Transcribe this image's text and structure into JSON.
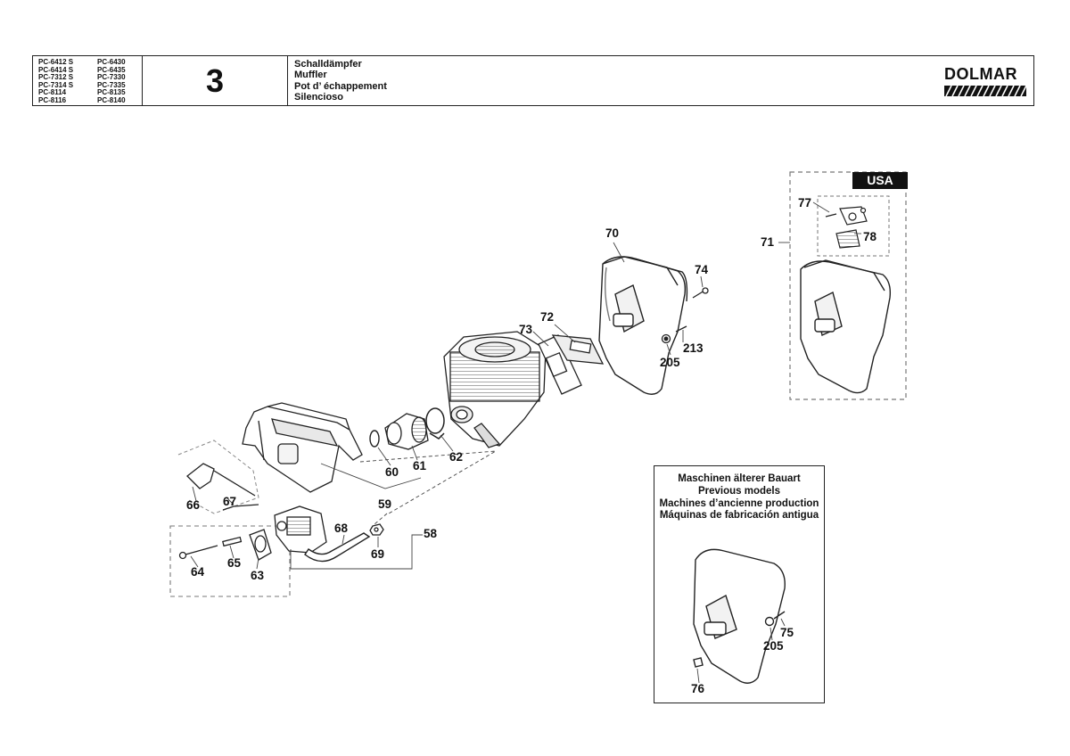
{
  "header": {
    "models_col1": [
      "PC-6412 S",
      "PC-6414 S",
      "PC-7312 S",
      "PC-7314 S",
      "PC-8114",
      "PC-8116"
    ],
    "models_col2": [
      "PC-6430",
      "PC-6435",
      "PC-7330",
      "PC-7335",
      "PC-8135",
      "PC-8140"
    ],
    "sheet_number": "3",
    "titles": [
      "Schalldämpfer",
      "Muffler",
      "Pot d’ échappement",
      "Silencioso"
    ],
    "brand": "DOLMAR"
  },
  "usa_box": {
    "tag": "USA"
  },
  "older_models_box": {
    "caption": [
      "Maschinen älterer Bauart",
      "Previous models",
      "Machines d’ancienne production",
      "Máquinas de fabricación antigua"
    ]
  },
  "part_labels": {
    "p58": "58",
    "p59": "59",
    "p60": "60",
    "p61": "61",
    "p62": "62",
    "p63": "63",
    "p64": "64",
    "p65": "65",
    "p66": "66",
    "p67": "67",
    "p68": "68",
    "p69": "69",
    "p70": "70",
    "p71": "71",
    "p72": "72",
    "p73": "73",
    "p74": "74",
    "p75": "75",
    "p76": "76",
    "p77": "77",
    "p78": "78",
    "p205a": "205",
    "p205b": "205",
    "p213": "213"
  }
}
